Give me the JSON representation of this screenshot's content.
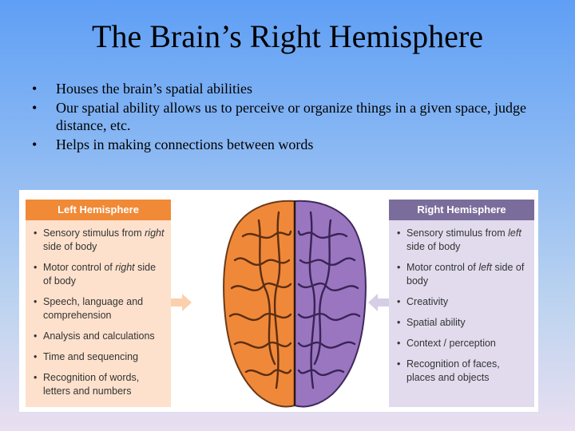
{
  "slide": {
    "title": "The Brain’s Right Hemisphere",
    "bullets": [
      "Houses the brain’s spatial abilities",
      "Our spatial ability allows us to perceive or organize things in a given space, judge distance, etc.",
      "Helps in making connections between words"
    ]
  },
  "figure": {
    "left_panel": {
      "header": "Left Hemisphere",
      "items": [
        {
          "pre": "Sensory stimulus from ",
          "em": "right",
          "post": " side of body"
        },
        {
          "pre": "Motor control of ",
          "em": "right",
          "post": " side of body"
        },
        {
          "pre": "Speech, language and comprehension",
          "em": "",
          "post": ""
        },
        {
          "pre": "Analysis and calculations",
          "em": "",
          "post": ""
        },
        {
          "pre": "Time and sequencing",
          "em": "",
          "post": ""
        },
        {
          "pre": "Recognition of words, letters and numbers",
          "em": "",
          "post": ""
        }
      ]
    },
    "right_panel": {
      "header": "Right Hemisphere",
      "items": [
        {
          "pre": "Sensory stimulus from ",
          "em": "left",
          "post": " side of body"
        },
        {
          "pre": "Motor control of ",
          "em": "left",
          "post": " side of body"
        },
        {
          "pre": "Creativity",
          "em": "",
          "post": ""
        },
        {
          "pre": "Spatial ability",
          "em": "",
          "post": ""
        },
        {
          "pre": "Context / perception",
          "em": "",
          "post": ""
        },
        {
          "pre": "Recognition of faces, places and objects",
          "em": "",
          "post": ""
        }
      ]
    },
    "colors": {
      "left_hemisphere": "#f0883a",
      "right_hemisphere": "#9a76c0",
      "left_header": "#f08a36",
      "right_header": "#7a6d9b"
    }
  }
}
